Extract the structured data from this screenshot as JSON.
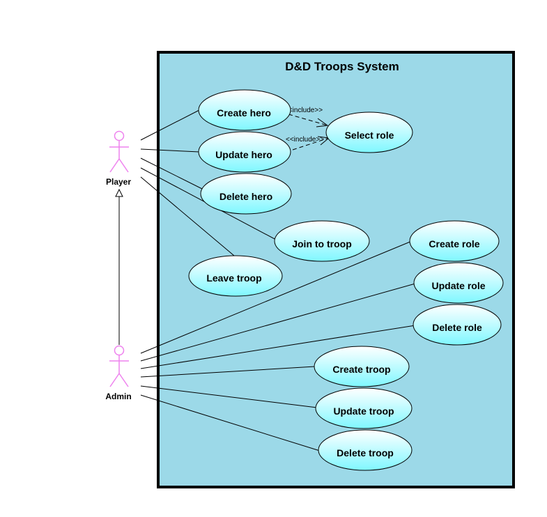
{
  "system": {
    "title": "D&D Troops System",
    "fill_color": "#9cd9e8"
  },
  "actors": {
    "player": "Player",
    "admin": "Admin",
    "stick_color": "#ee82ee"
  },
  "use_cases": {
    "create_hero": "Create hero",
    "update_hero": "Update hero",
    "delete_hero": "Delete hero",
    "select_role": "Select role",
    "join_to_troop": "Join to troop",
    "leave_troop": "Leave troop",
    "create_role": "Create role",
    "update_role": "Update role",
    "delete_role": "Delete role",
    "create_troop": "Create troop",
    "update_troop": "Update troop",
    "delete_troop": "Delete troop"
  },
  "relations": {
    "include_1": "<<include>>",
    "include_2": "<<include>>"
  }
}
